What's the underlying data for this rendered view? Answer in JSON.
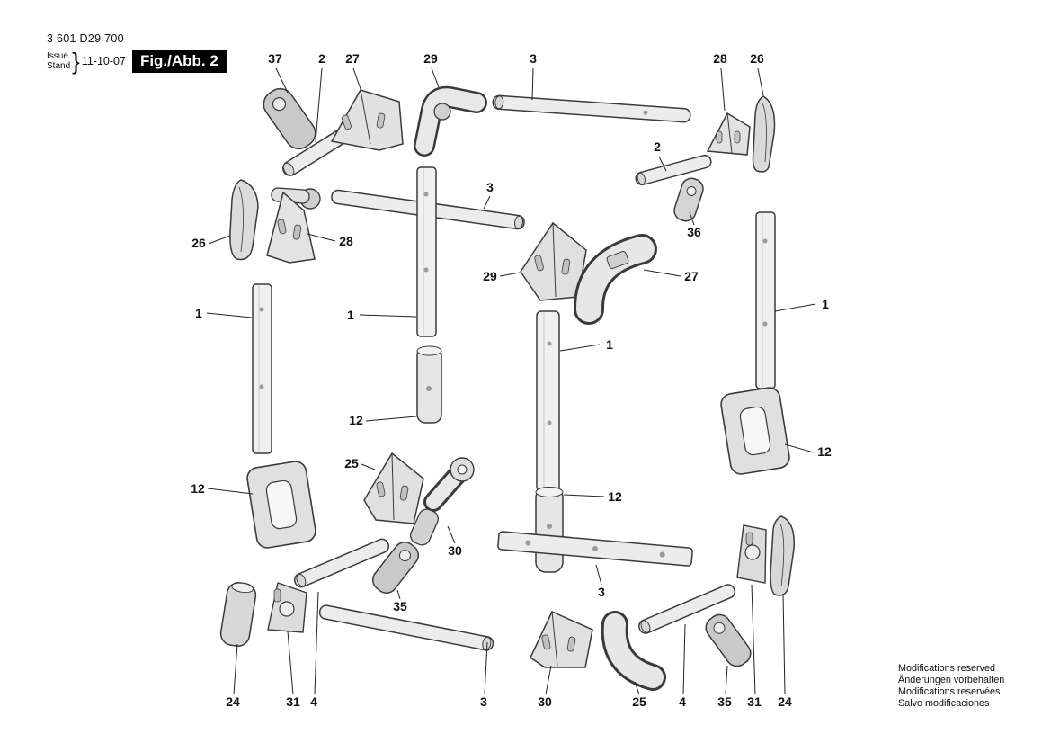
{
  "header": {
    "part_number": "3 601 D29 700",
    "issue_label": "Issue",
    "stand_label": "Stand",
    "brace": "}",
    "date": "11-10-07",
    "figure_label": "Fig./Abb. 2"
  },
  "footer": {
    "line1": "Modifications reserved",
    "line2": "Änderungen vorbehalten",
    "line3": "Modifications reservées",
    "line4": "Salvo modificaciones"
  },
  "callouts": [
    {
      "id": "top-37",
      "text": "37"
    },
    {
      "id": "top-2",
      "text": "2"
    },
    {
      "id": "top-27",
      "text": "27"
    },
    {
      "id": "top-29",
      "text": "29"
    },
    {
      "id": "top-3",
      "text": "3"
    },
    {
      "id": "top-28",
      "text": "28"
    },
    {
      "id": "top-26",
      "text": "26"
    },
    {
      "id": "mid-right-2",
      "text": "2"
    },
    {
      "id": "mid-3",
      "text": "3"
    },
    {
      "id": "left-26",
      "text": "26"
    },
    {
      "id": "left-28",
      "text": "28"
    },
    {
      "id": "mid-36",
      "text": "36"
    },
    {
      "id": "mid-29",
      "text": "29"
    },
    {
      "id": "mid-27",
      "text": "27"
    },
    {
      "id": "left-1",
      "text": "1"
    },
    {
      "id": "left-mid-1",
      "text": "1"
    },
    {
      "id": "mid-1",
      "text": "1"
    },
    {
      "id": "right-1",
      "text": "1"
    },
    {
      "id": "left-mid-12",
      "text": "12"
    },
    {
      "id": "right-12",
      "text": "12"
    },
    {
      "id": "left-mid-25",
      "text": "25"
    },
    {
      "id": "left-12",
      "text": "12"
    },
    {
      "id": "mid-12",
      "text": "12"
    },
    {
      "id": "mid-30",
      "text": "30"
    },
    {
      "id": "mid-bottom-3",
      "text": "3"
    },
    {
      "id": "mid-35",
      "text": "35"
    },
    {
      "id": "bottom-24",
      "text": "24"
    },
    {
      "id": "bottom-31",
      "text": "31"
    },
    {
      "id": "bottom-4",
      "text": "4"
    },
    {
      "id": "bottom-3",
      "text": "3"
    },
    {
      "id": "bottom-30",
      "text": "30"
    },
    {
      "id": "bottom-25",
      "text": "25"
    },
    {
      "id": "bottom-4b",
      "text": "4"
    },
    {
      "id": "bottom-35",
      "text": "35"
    },
    {
      "id": "bottom-31b",
      "text": "31"
    },
    {
      "id": "bottom-24b",
      "text": "24"
    }
  ]
}
